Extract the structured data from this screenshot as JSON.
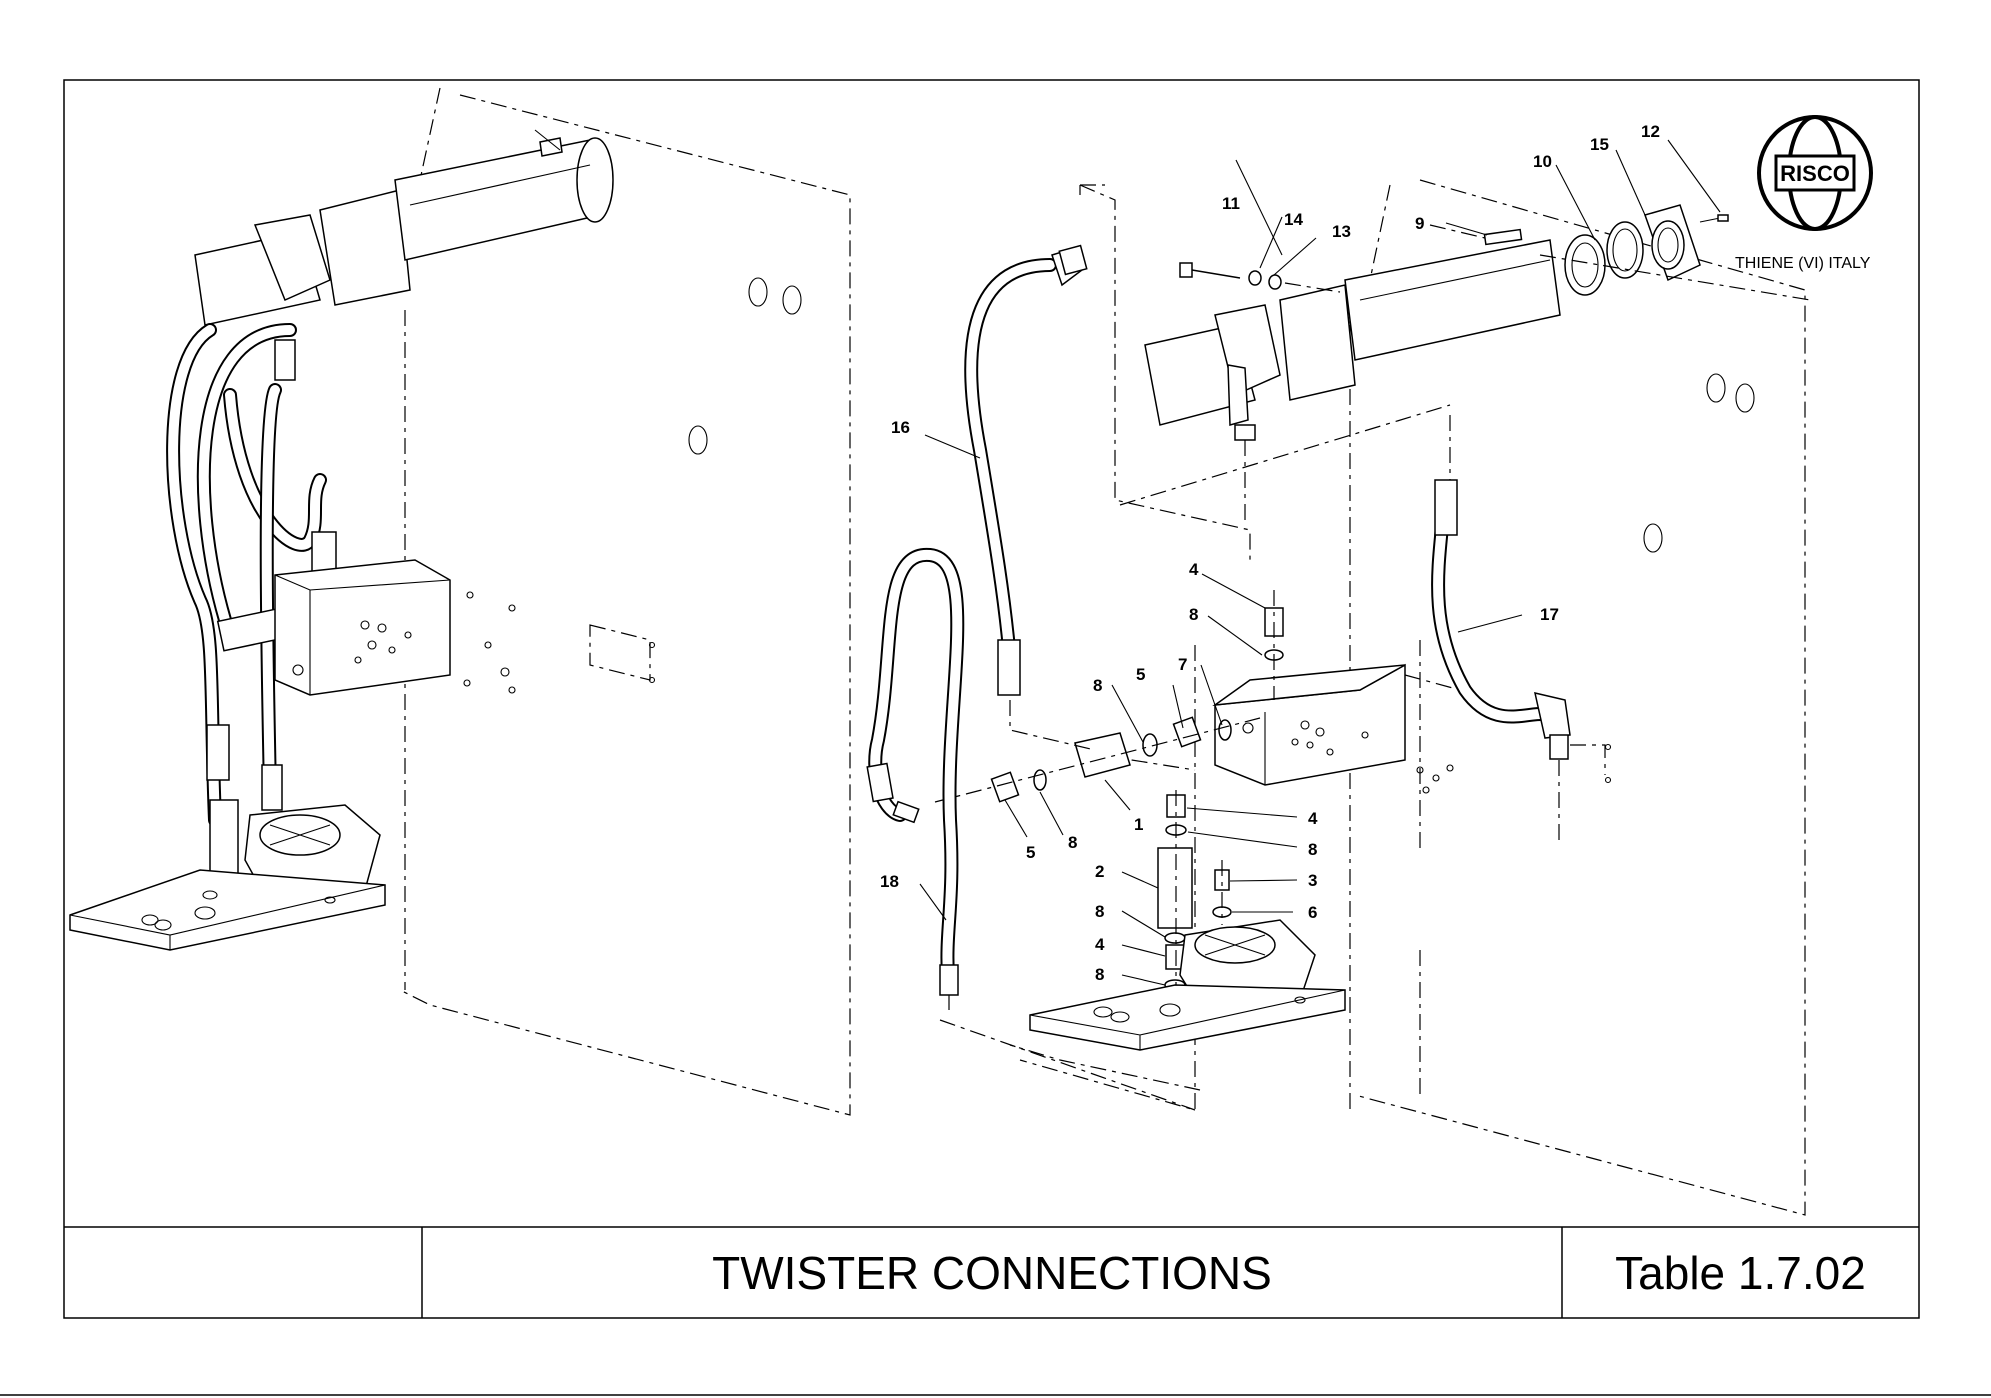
{
  "sheet": {
    "title": "TWISTER CONNECTIONS",
    "table_label": "Table 1.7.02"
  },
  "logo": {
    "brand": "RISCO",
    "location": "THIENE (VI) ITALY"
  },
  "callouts": {
    "c1": "1",
    "c2": "2",
    "c3": "3",
    "c4a": "4",
    "c4b": "4",
    "c4c": "4",
    "c5a": "5",
    "c5b": "5",
    "c6": "6",
    "c7": "7",
    "c8a": "8",
    "c8b": "8",
    "c8c": "8",
    "c8d": "8",
    "c8e": "8",
    "c8f": "8",
    "c9": "9",
    "c10": "10",
    "c11": "11",
    "c12": "12",
    "c13": "13",
    "c14": "14",
    "c15": "15",
    "c16": "16",
    "c17": "17",
    "c18": "18"
  }
}
